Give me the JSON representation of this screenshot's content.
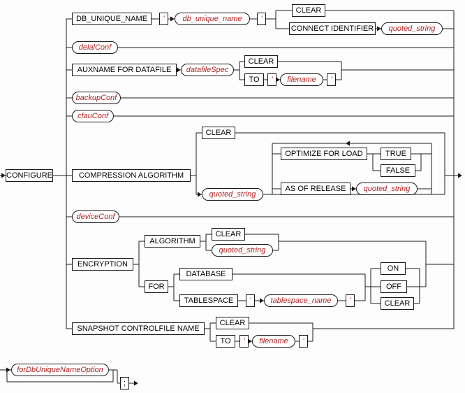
{
  "labels": {
    "configure": "CONFIGURE",
    "db_unique_name_kw": "DB_UNIQUE_NAME",
    "quote": "'",
    "db_unique_name_var": "db_unique_name",
    "clear": "CLEAR",
    "connect_identifier": "CONNECT IDENTIFIER",
    "quoted_string": "quoted_string",
    "delalConf": "delalConf",
    "auxname_for_datafile": "AUXNAME FOR DATAFILE",
    "datafileSpec": "datafileSpec",
    "to": "TO",
    "filename": "filename",
    "backupConf": "backupConf",
    "cfauConf": "cfauConf",
    "compression_algorithm": "COMPRESSION ALGORITHM",
    "optimize_for_load": "OPTIMIZE FOR LOAD",
    "true": "TRUE",
    "false": "FALSE",
    "as_of_release": "AS OF RELEASE",
    "deviceConf": "deviceConf",
    "encryption": "ENCRYPTION",
    "algorithm": "ALGORITHM",
    "for": "FOR",
    "database": "DATABASE",
    "tablespace": "TABLESPACE",
    "tablespace_name": "tablespace_name",
    "on": "ON",
    "off": "OFF",
    "snapshot_controlfile_name": "SNAPSHOT CONTROLFILE NAME",
    "forDbUniqueNameOption": "forDbUniqueNameOption",
    "semicolon": ";"
  },
  "colors": {
    "variable_text": "#b22222",
    "keyword_text": "#000000",
    "line": "#1a1a1a",
    "box_bg": "#ffffff",
    "page_bg": "#fdfdfd"
  }
}
